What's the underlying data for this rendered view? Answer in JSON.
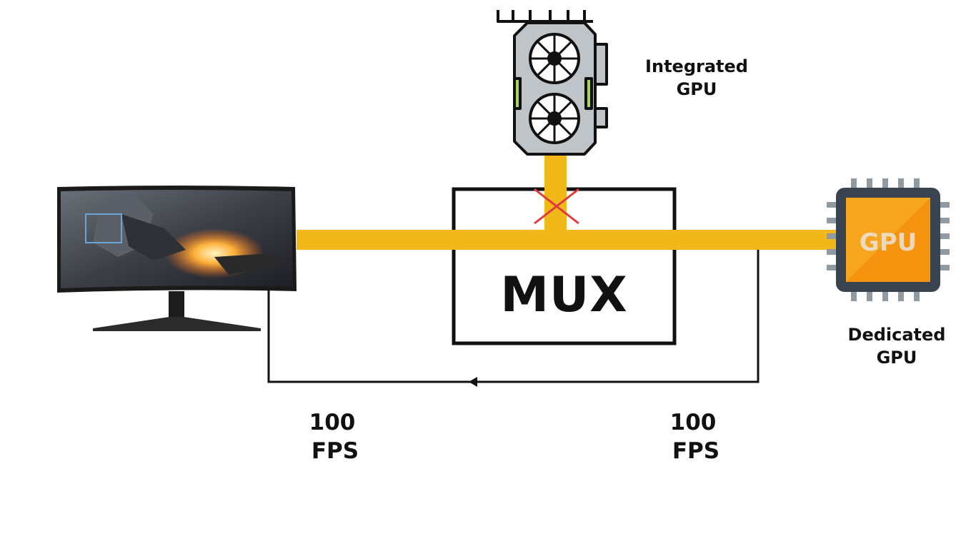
{
  "labels": {
    "integrated_gpu_line1": "Integrated",
    "integrated_gpu_line2": "GPU",
    "dedicated_gpu_line1": "Dedicated",
    "dedicated_gpu_line2": "GPU",
    "mux": "MUX",
    "chip_text": "GPU",
    "fps_left_value": "100",
    "fps_left_unit": "FPS",
    "fps_right_value": "100",
    "fps_right_unit": "FPS"
  },
  "colors": {
    "signal_path": "#f2b81a",
    "blocked_mark": "#e03a3a",
    "chip_face": "#f7a51c",
    "chip_body": "#3a4450",
    "pins": "#8f9aa3",
    "graphics_card_body": "#bfc4c9",
    "graphics_card_accent": "#a6d36b",
    "outline": "#111111"
  },
  "icons": {
    "display": "monitor-icon",
    "integrated": "graphics-card-icon",
    "dedicated": "gpu-chip-icon",
    "blocked": "cross-mark-icon",
    "flow": "arrow-left-icon"
  }
}
